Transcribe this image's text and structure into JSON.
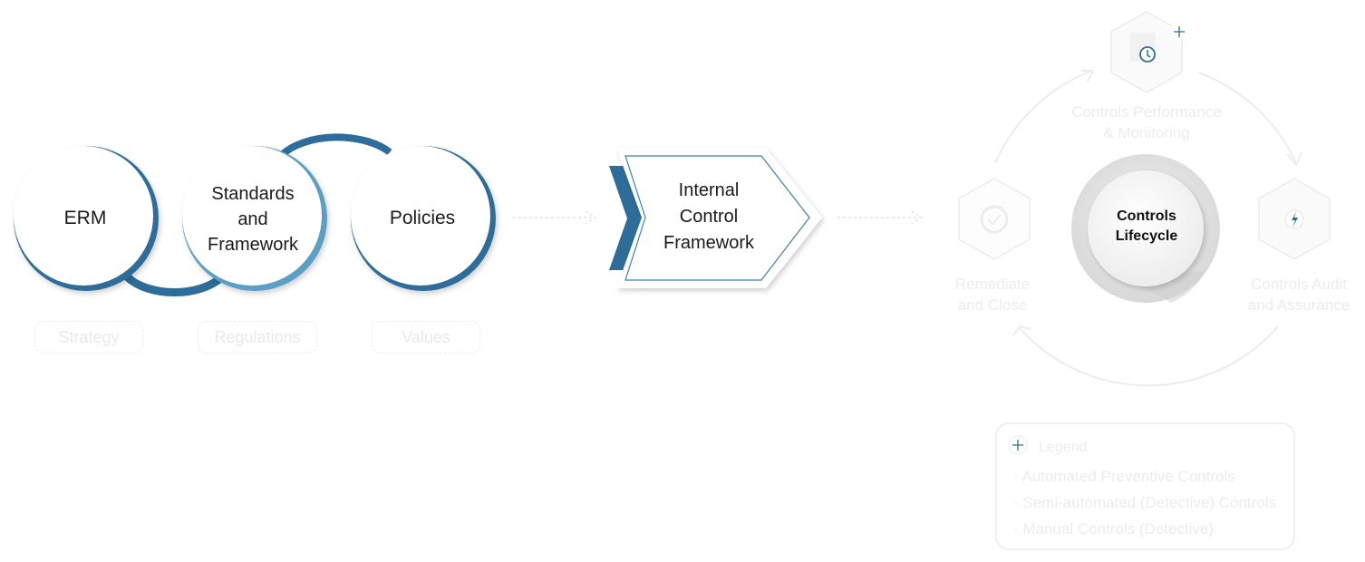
{
  "left_cluster": {
    "circles": [
      "ERM",
      "Standards\nand\nFramework",
      "Policies"
    ],
    "tags": [
      "Strategy",
      "Regulations",
      "Values"
    ]
  },
  "center": {
    "label": "Internal\nControl\nFramework"
  },
  "lifecycle": {
    "center_label": "Controls\nLifecycle",
    "nodes": [
      {
        "label": "Controls Performance\n& Monitoring",
        "icon": "monitor-magnifier-icon"
      },
      {
        "label": "Controls Audit\nand Assurance",
        "icon": "audit-spark-icon"
      },
      {
        "label": "Remediate\nand Close",
        "icon": "gear-check-icon"
      }
    ]
  },
  "legend": {
    "title": "Legend",
    "items": [
      "· Automated Preventive Controls",
      "· Semi-automated (Detective) Controls",
      "· Manual Controls (Detective)"
    ]
  },
  "colors": {
    "primary": "#2e6d99",
    "accent": "#5b9fc4",
    "faded": "#ececec"
  }
}
